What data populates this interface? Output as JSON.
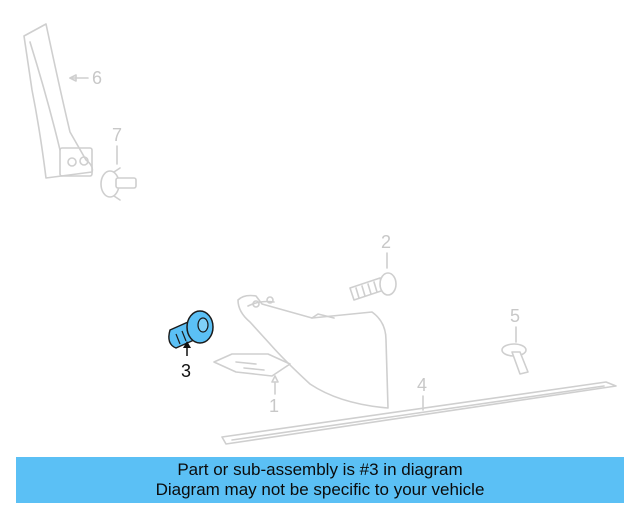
{
  "callouts": {
    "part1": "1",
    "part2": "2",
    "part3": "3",
    "part4": "4",
    "part5": "5",
    "part6": "6",
    "part7": "7"
  },
  "highlight_color": "#5bc0f5",
  "banner": {
    "line1": "Part or sub-assembly is #3 in diagram",
    "line2": "Diagram may not be specific to your vehicle"
  }
}
